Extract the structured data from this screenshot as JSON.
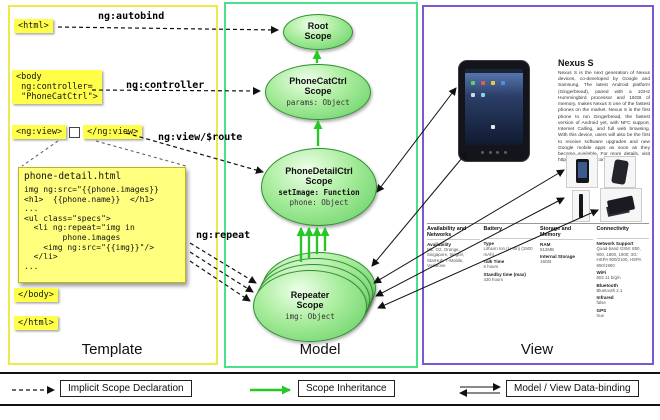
{
  "template": {
    "label": "Template",
    "tags": {
      "html_open": "<html>",
      "body_open": "<body\n ng:controller=\n \"PhoneCatCtrl\">",
      "ngview_open": "<ng:view>",
      "ngview_close": "</ng:view>",
      "body_close": "</body>",
      "html_close": "</html>"
    },
    "code": {
      "title": "phone-detail.html",
      "body": "img ng:src=\"{{phone.images}}\n<h1>  {{phone.name}}  </h1>\n...\n<ul class=\"specs\">\n  <li ng:repeat=\"img in\n        phone.images\n    <img ng:src=\"{{img}}\"/>\n  </li>\n..."
    }
  },
  "arrow_labels": {
    "autobind": "ng:autobind",
    "controller": "ng:controller",
    "view_route": "ng:view/$route",
    "repeat": "ng:repeat"
  },
  "model": {
    "label": "Model",
    "root_scope": {
      "name": "Root\nScope"
    },
    "phonecat_scope": {
      "name": "PhoneCatCtrl\nScope",
      "prop": "params: Object"
    },
    "phonedetail_scope": {
      "name": "PhoneDetailCtrl\nScope",
      "method": "setImage: Function",
      "prop": "phone: Object"
    },
    "repeater_scope": {
      "name": "Repeater\nScope",
      "prop": "img: Object"
    }
  },
  "view": {
    "label": "View",
    "product_title": "Nexus S",
    "description": "Nexus S is the next generation of Nexus devices, co-developed by Google and Samsung. The latest Android platform (Gingerbread), paired with a 1GHz Hummingbird processor and 16GB of memory, makes Nexus S one of the fastest phones on the market. Nexus S is the first phone to run Gingerbread, the fastest version of Android yet, with NFC support, Internet Calling, and full web browsing. With this device, users will also be the first to receive software upgrades and new Google mobile apps as soon as they become available. For more details, visit http://www.google.com/nexus.",
    "specs": [
      {
        "header": "Availability and Networks",
        "rows": [
          {
            "label": "Availability",
            "value": "M1, O2, Orange, Singapore, Singtel, StarHub, T-Mobile, Vodafone"
          }
        ]
      },
      {
        "header": "Battery",
        "rows": [
          {
            "label": "Type",
            "value": "Lithium Ion (Li-Ion) (1500 mAh)"
          },
          {
            "label": "Talk Time",
            "value": "6 hours"
          },
          {
            "label": "Standby time (max)",
            "value": "430 hours"
          }
        ]
      },
      {
        "header": "Storage and Memory",
        "rows": [
          {
            "label": "RAM",
            "value": "512MB"
          },
          {
            "label": "Internal Storage",
            "value": "16GB"
          }
        ]
      },
      {
        "header": "Connectivity",
        "rows": [
          {
            "label": "Network Support",
            "value": "Quad-band GSM: 850, 900, 1800, 1900; 3G: HSPA 900/2100, HSPA 850/1900"
          },
          {
            "label": "WiFi",
            "value": "802.11 b/g/n"
          },
          {
            "label": "Bluetooth",
            "value": "Bluetooth 2.1"
          },
          {
            "label": "Infrared",
            "value": "false"
          },
          {
            "label": "GPS",
            "value": "true"
          }
        ]
      }
    ]
  },
  "legend": {
    "implicit": "Implicit Scope Declaration",
    "inheritance": "Scope Inheritance",
    "databinding": "Model / View Data-binding"
  }
}
